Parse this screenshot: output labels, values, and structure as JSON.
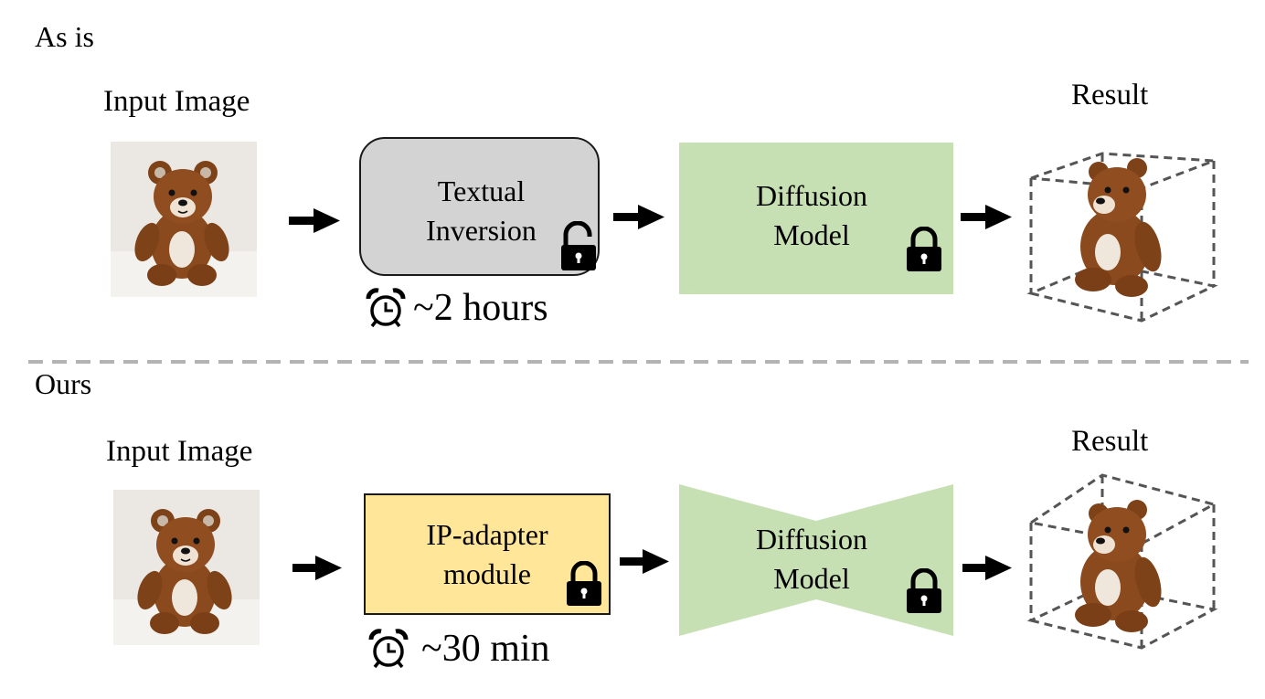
{
  "rows": [
    {
      "title": "As is",
      "input_label": "Input Image",
      "module_lines": [
        "Textual",
        "Inversion"
      ],
      "module_color": "#d3d3d3",
      "module_lock": "unlocked-lock-icon",
      "diffusion_lines": [
        "Diffusion",
        "Model"
      ],
      "diffusion_color": "#c6e0b4",
      "diffusion_lock": "locked-lock-icon",
      "time": "~2 hours",
      "time_icon": "alarm-clock-icon",
      "result_label": "Result"
    },
    {
      "title": "Ours",
      "input_label": "Input Image",
      "module_lines": [
        "IP-adapter",
        "module"
      ],
      "module_color": "#ffe699",
      "module_lock": "locked-lock-icon",
      "diffusion_lines": [
        "Diffusion",
        "Model"
      ],
      "diffusion_color": "#c6e0b4",
      "diffusion_lock": "locked-lock-icon",
      "time": "~30 min",
      "time_icon": "alarm-clock-icon",
      "result_label": "Result"
    }
  ]
}
